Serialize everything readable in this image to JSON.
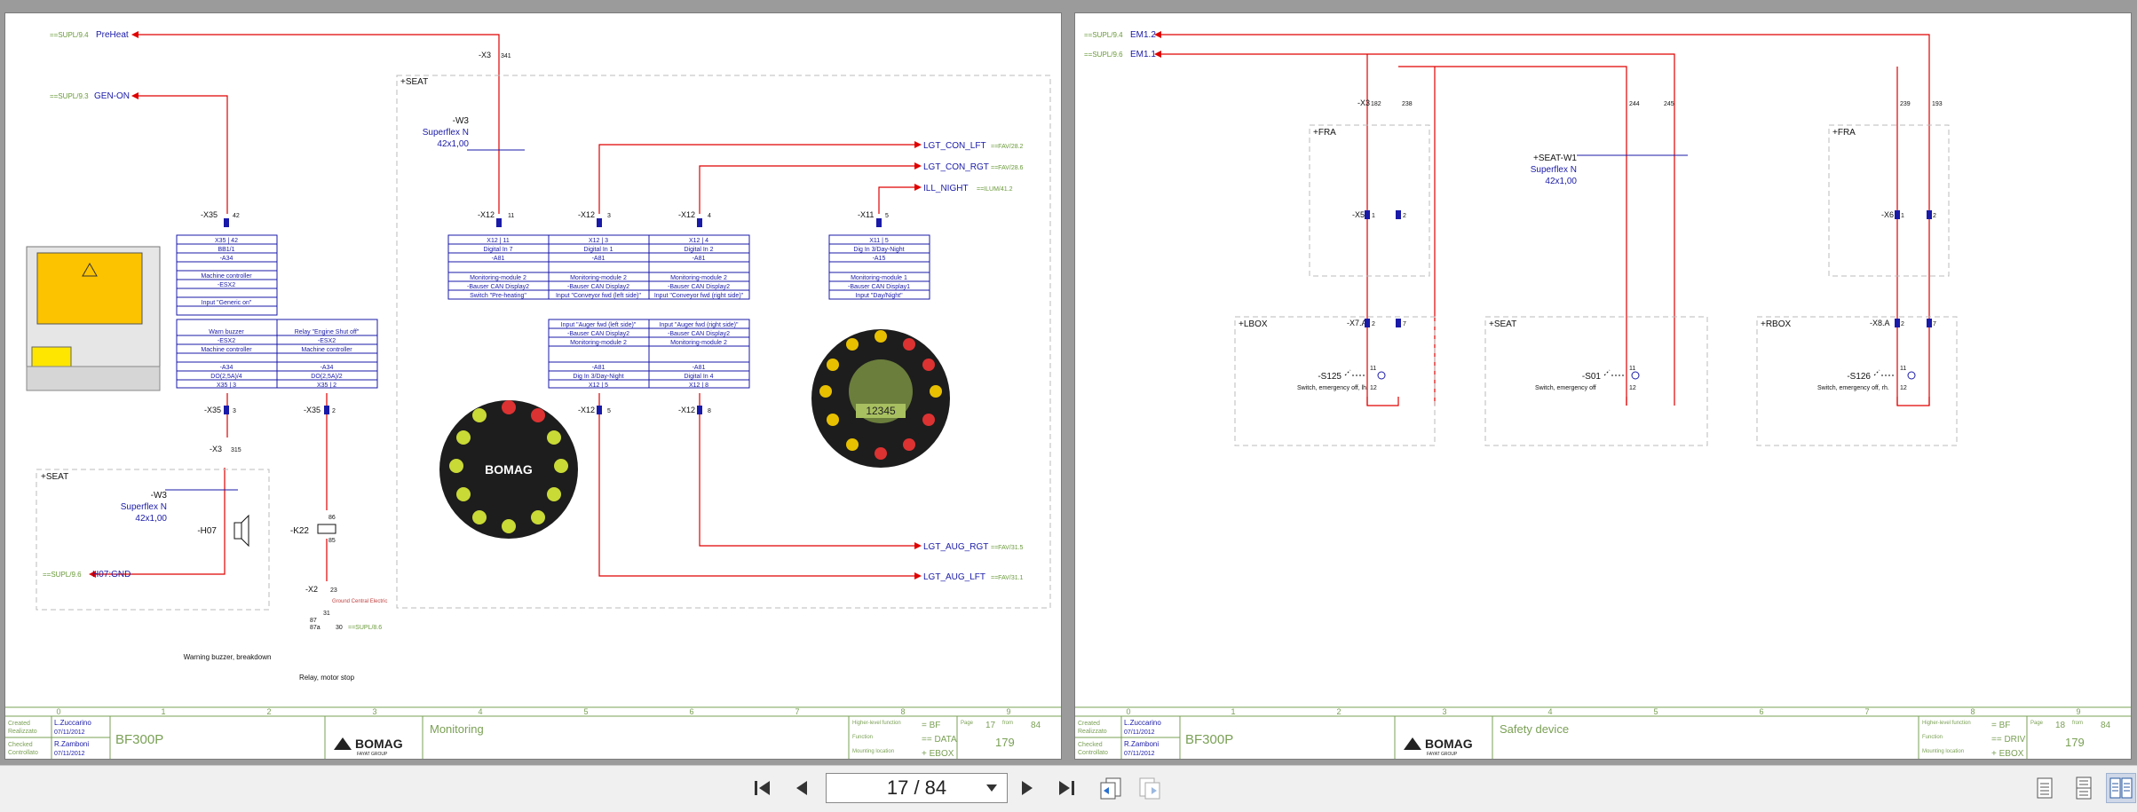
{
  "pages": [
    {
      "refs": {
        "preheat_src": "==SUPL/9.4",
        "preheat": "PreHeat",
        "genon_src": "==SUPL/9.3",
        "genon": "GEN-ON",
        "gnd_src": "==SUPL/9.6",
        "gnd": "H07:GND",
        "x3_341": "-X3",
        "pin341": "341"
      },
      "seat_label": "+SEAT",
      "cable": {
        "name": "-W3",
        "type": "Superflex N",
        "size": "42x1,00"
      },
      "seat_box_label": "+SEAT",
      "x35": {
        "name": "-X35",
        "pin_top": "42",
        "pin_b3": "3",
        "pin_b2": "2"
      },
      "block_a": {
        "rows": [
          "X35 | 42",
          "BB1/1",
          "-A34",
          "",
          "Machine controller",
          "-ESX2",
          "",
          "Input \"Generic on\""
        ]
      },
      "block_b": {
        "rows": [
          "Warn buzzer",
          "-ESX2",
          "Machine controller",
          "",
          "-A34",
          "DO(2,5A)/4",
          "X35 | 3"
        ]
      },
      "block_c": {
        "rows": [
          "Relay \"Engine Shut off\"",
          "-ESX2",
          "Machine controller",
          "",
          "-A34",
          "DO(2,5A)/2",
          "X35 | 2"
        ]
      },
      "x3_315": {
        "name": "-X3",
        "pin": "315"
      },
      "h07": {
        "name": "-H07"
      },
      "k22": {
        "name": "-K22",
        "p86": "86",
        "p85": "85",
        "p87": "87",
        "p87a": "87a",
        "p30": "30",
        "p31": "31",
        "ref": "==SUPL/8.6",
        "ground": "Ground Central Electric"
      },
      "x2": {
        "name": "-X2",
        "pin": "23"
      },
      "captions": {
        "warn": "Warning buzzer, breakdown",
        "relay": "Relay, motor stop"
      },
      "x12_cols": [
        {
          "name": "-X12",
          "pin": "11",
          "rows": [
            "X12 | 11",
            "Digital In 7",
            "-A81",
            "",
            "Monitoring-module 2",
            "-Bauser CAN Display2",
            "Switch \"Pre-heating\""
          ]
        },
        {
          "name": "-X12",
          "pin": "3",
          "rows": [
            "X12 | 3",
            "Digital In 1",
            "-A81",
            "",
            "Monitoring-module 2",
            "-Bauser CAN Display2",
            "Input \"Conveyor fwd (left side)\""
          ]
        },
        {
          "name": "-X12",
          "pin": "4",
          "rows": [
            "X12 | 4",
            "Digital In 2",
            "-A81",
            "",
            "Monitoring-module 2",
            "-Bauser CAN Display2",
            "Input \"Conveyor fwd (right side)\""
          ]
        }
      ],
      "x12_lower": [
        {
          "name": "-X12",
          "pin": "5",
          "rows": [
            "Input \"Auger fwd (left side)\"",
            "-Bauser CAN Display2",
            "Monitoring-module 2",
            "",
            "-A81",
            "Dig In 3/Day-Night",
            "X12 | 5"
          ]
        },
        {
          "name": "-X12",
          "pin": "8",
          "rows": [
            "Input \"Auger fwd (right side)\"",
            "-Bauser CAN Display2",
            "Monitoring-module 2",
            "",
            "-A81",
            "Digital In 4",
            "X12 | 8"
          ]
        }
      ],
      "x11": {
        "name": "-X11",
        "pin": "5",
        "rows": [
          "X11 | 5",
          "Dig In 3/Day-Night",
          "-A15",
          "",
          "Monitoring-module 1",
          "-Bauser CAN Display1",
          "Input \"Day/Night\""
        ]
      },
      "outputs": [
        {
          "name": "LGT_CON_LFT",
          "ref": "==FAV/28.2"
        },
        {
          "name": "LGT_CON_RGT",
          "ref": "==FAV/28.6"
        },
        {
          "name": "ILL_NIGHT",
          "ref": "==ILUM/41.2"
        },
        {
          "name": "LGT_AUG_RGT",
          "ref": "==FAV/31.5"
        },
        {
          "name": "LGT_AUG_LFT",
          "ref": "==FAV/31.1"
        }
      ],
      "bomag_panel": "BOMAG",
      "lcd_value": "12345",
      "columns": [
        "0",
        "1",
        "2",
        "3",
        "4",
        "5",
        "6",
        "7",
        "8",
        "9"
      ],
      "title": {
        "created_label": "Created",
        "created_label2": "Realizzato",
        "created_by": "L.Zuccarino",
        "created_date": "07/11/2012",
        "checked_label": "Checked",
        "checked_label2": "Controllato",
        "checked_by": "R.Zamboni",
        "checked_date": "07/11/2012",
        "model": "BF300P",
        "company": "BOMAG",
        "company_sub": "FAYAT GROUP",
        "sheet": "Monitoring",
        "f1_label": "Higher-level function",
        "f1": "= BF",
        "f2_label": "Function",
        "f2": "== DATA",
        "f3_label": "Mounting location",
        "f3": "+ EBOX",
        "page_label": "Page",
        "page": "17",
        "from_label": "from",
        "from": "84",
        "drawing_no": "179"
      }
    },
    {
      "refs": {
        "em12_src": "==SUPL/9.4",
        "em12": "EM1.2",
        "em11_src": "==SUPL/9.6",
        "em11": "EM1.1"
      },
      "x3": {
        "name": "-X3",
        "pins": [
          "182",
          "238",
          "244",
          "245",
          "239",
          "193"
        ]
      },
      "cable": {
        "name": "+SEAT-W1",
        "type": "Superflex N",
        "size": "42x1,00"
      },
      "fra_left": "+FRA",
      "fra_right": "+FRA",
      "x5": {
        "name": "-X5",
        "p1": "1",
        "p2": "2"
      },
      "x6": {
        "name": "-X6",
        "p1": "1",
        "p2": "2"
      },
      "lbox": "+LBOX",
      "seat": "+SEAT",
      "rbox": "+RBOX",
      "x7a": {
        "name": "-X7.A",
        "p1": "2",
        "p2": "7"
      },
      "x8a": {
        "name": "-X8.A",
        "p1": "2",
        "p2": "7"
      },
      "s125": {
        "name": "-S125",
        "desc": "Switch, emergency off, lh.",
        "p11": "11",
        "p12": "12"
      },
      "s01": {
        "name": "-S01",
        "desc": "Switch, emergency off",
        "p11": "11",
        "p12": "12"
      },
      "s126": {
        "name": "-S126",
        "desc": "Switch, emergency off, rh.",
        "p11": "11",
        "p12": "12"
      },
      "columns": [
        "0",
        "1",
        "2",
        "3",
        "4",
        "5",
        "6",
        "7",
        "8",
        "9"
      ],
      "title": {
        "created_label": "Created",
        "created_label2": "Realizzato",
        "created_by": "L.Zuccarino",
        "created_date": "07/11/2012",
        "checked_label": "Checked",
        "checked_label2": "Controllato",
        "checked_by": "R.Zamboni",
        "checked_date": "07/11/2012",
        "model": "BF300P",
        "company": "BOMAG",
        "company_sub": "FAYAT GROUP",
        "sheet": "Safety device",
        "f1_label": "Higher-level function",
        "f1": "= BF",
        "f2_label": "Function",
        "f2": "== DRIV",
        "f3_label": "Mounting location",
        "f3": "+ EBOX",
        "page_label": "Page",
        "page": "18",
        "from_label": "from",
        "from": "84",
        "drawing_no": "179"
      }
    }
  ],
  "toolbar": {
    "page_indicator": "17 / 84"
  },
  "colors": {
    "wire": "#e00000",
    "text": "#1a1aa8",
    "frame": "#7aa055",
    "ref": "#6a9a3a"
  }
}
